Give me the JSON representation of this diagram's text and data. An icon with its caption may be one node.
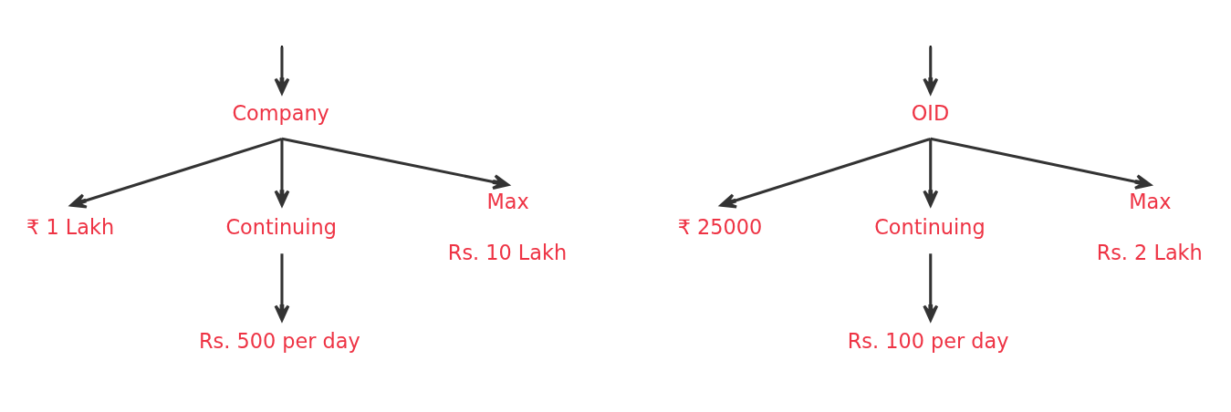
{
  "diagram": {
    "nodes": [
      {
        "text": [
          "Company"
        ]
      },
      {
        "text": [
          "OID"
        ]
      },
      {
        "text": [
          "₹ 1 Lakh"
        ]
      },
      {
        "text": [
          "Continuing"
        ]
      },
      {
        "text": [
          "Max"
        ],
        "beside": [
          "Rs. 10 Lakh"
        ]
      },
      {
        "text": [
          "Rs. 500 per day"
        ]
      },
      {
        "text": [
          "₹ 25000"
        ]
      },
      {
        "text": [
          "Continuing"
        ]
      },
      {
        "text": [
          "Max"
        ],
        "beside": [
          "Rs. 2 Lakh"
        ]
      },
      {
        "text": [
          "Rs. 100 per day"
        ]
      }
    ],
    "edges": [
      {
        "from": null,
        "to": 0,
        "arrow": "to"
      },
      {
        "from": null,
        "to": 1,
        "arrow": "to"
      },
      {
        "from": 0,
        "to": 2,
        "arrow": "to"
      },
      {
        "from": 0,
        "to": 3,
        "arrow": "to"
      },
      {
        "from": 0,
        "to": 4,
        "arrow": "to"
      },
      {
        "from": 3,
        "to": 5,
        "arrow": "to"
      },
      {
        "from": 1,
        "to": 6,
        "arrow": "to"
      },
      {
        "from": 1,
        "to": 7,
        "arrow": "to"
      },
      {
        "from": 1,
        "to": 8,
        "arrow": "to"
      },
      {
        "from": 7,
        "to": 9,
        "arrow": "to"
      }
    ]
  }
}
